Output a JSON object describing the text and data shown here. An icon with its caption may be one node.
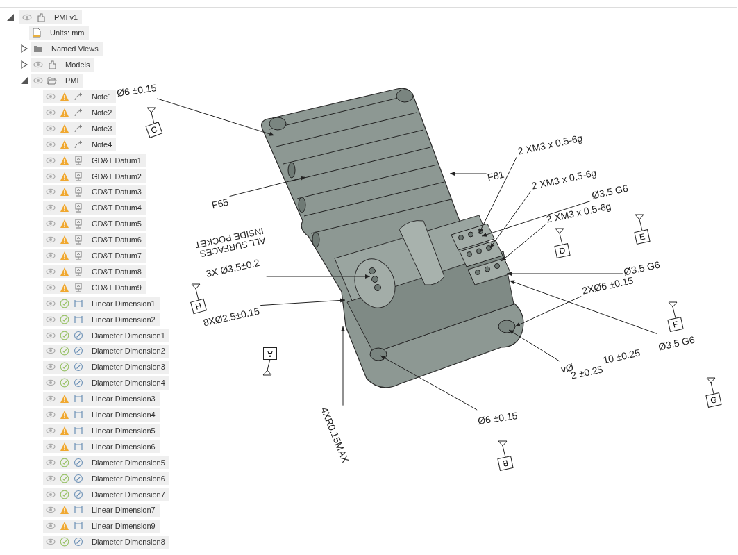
{
  "diagram": {
    "nodes": [
      {
        "text": [
          "Ø6 ±0.15"
        ]
      },
      {
        "text": [
          "F65"
        ]
      },
      {
        "text": [
          "ALL SURFACES INSIDE POCKET",
          "3X Ø3.5±0.2"
        ]
      },
      {
        "text": [
          "8XØ2.5±0.15"
        ]
      },
      {
        "text": [
          "F81"
        ]
      },
      {
        "text": [
          "2 XM3 x 0.5-6g"
        ]
      },
      {
        "text": [
          "2 XM3 x 0.5-6g"
        ]
      },
      {
        "text": [
          "Ø3.5 G6"
        ]
      },
      {
        "text": [
          "2 XM3 x 0.5-6g"
        ]
      },
      {
        "text": [
          "Ø3.5 G6"
        ]
      },
      {
        "text": [
          "2XØ6 ±0.15"
        ]
      },
      {
        "text": [
          "Ø3.5 G6"
        ]
      },
      {
        "text": [
          "vØ"
        ]
      },
      {
        "text": [
          "Ø6 ±0.15"
        ]
      },
      {
        "text": [
          "4XR0.15MAX"
        ]
      },
      {
        "text": [
          "C"
        ]
      },
      {
        "text": [
          "H"
        ]
      },
      {
        "text": [
          "A"
        ]
      },
      {
        "text": [
          "D"
        ]
      },
      {
        "text": [
          "E"
        ]
      },
      {
        "text": [
          "F"
        ]
      },
      {
        "text": [
          "G"
        ]
      },
      {
        "text": [
          "B"
        ]
      }
    ],
    "edges": [
      {
        "from": 0,
        "to": null,
        "arrow": "to"
      },
      {
        "from": 1,
        "to": null,
        "arrow": "to"
      },
      {
        "from": 2,
        "to": null,
        "arrow": "to"
      },
      {
        "from": 3,
        "to": null,
        "arrow": "to"
      },
      {
        "from": 4,
        "to": null,
        "arrow": "to"
      },
      {
        "from": 5,
        "to": null,
        "arrow": "to"
      },
      {
        "from": 6,
        "to": null,
        "arrow": "to"
      },
      {
        "from": 7,
        "to": null,
        "arrow": "to"
      },
      {
        "from": 8,
        "to": null,
        "arrow": "to"
      },
      {
        "from": 9,
        "to": null,
        "arrow": "to"
      },
      {
        "from": 10,
        "to": null,
        "arrow": "to"
      },
      {
        "from": 11,
        "to": null,
        "arrow": "to"
      },
      {
        "from": 12,
        "to": null,
        "arrow": "to"
      },
      {
        "from": 13,
        "to": null,
        "arrow": "to"
      },
      {
        "from": 14,
        "to": null,
        "arrow": "to"
      }
    ],
    "labels": [
      "PMI v1",
      "Units: mm",
      "Named Views",
      "Models",
      "PMI",
      "Note1",
      "Note2",
      "Note3",
      "Note4",
      "GD&T Datum1",
      "GD&T Datum2",
      "GD&T Datum3",
      "GD&T Datum4",
      "GD&T Datum5",
      "GD&T Datum6",
      "GD&T Datum7",
      "GD&T Datum8",
      "GD&T Datum9",
      "Linear Dimension1",
      "Linear Dimension2",
      "Diameter Dimension1",
      "Diameter Dimension2",
      "Diameter Dimension3",
      "Diameter Dimension4",
      "Linear Dimension3",
      "Linear Dimension4",
      "Linear Dimension5",
      "Linear Dimension6",
      "Diameter Dimension5",
      "Diameter Dimension6",
      "Diameter Dimension7",
      "Linear Dimension7",
      "Linear Dimension9",
      "Diameter Dimension8",
      "10 ±0.25",
      "2 ±0.25"
    ]
  }
}
